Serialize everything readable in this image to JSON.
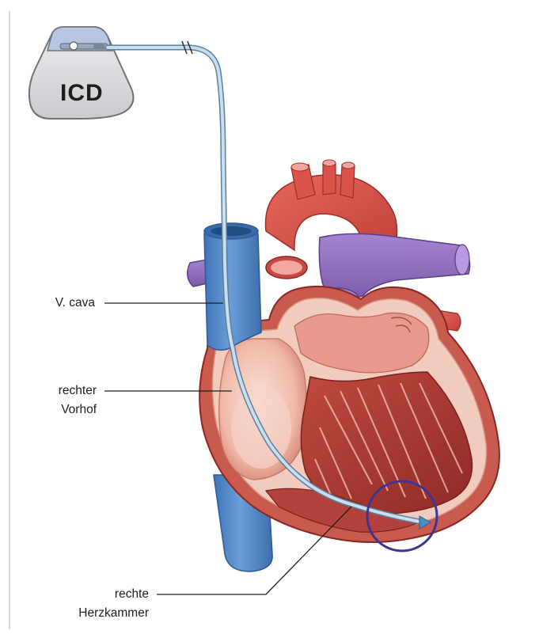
{
  "device": {
    "label": "ICD"
  },
  "labels": {
    "vena_cava": "V. cava",
    "right_atrium_line1": "rechter",
    "right_atrium_line2": "Vorhof",
    "right_ventricle_line1": "rechte",
    "right_ventricle_line2": "Herzkammer"
  },
  "colors": {
    "vein_blue": "#4f86c8",
    "artery_red": "#d9534a",
    "pulmonary_purple": "#8e6bbd",
    "myocardium": "#b9453e",
    "chamber_lining": "#f0c3b6",
    "lead_wire": "#b7d3e6",
    "highlight_circle": "#3d3591",
    "device_body": "#dcdde0"
  }
}
